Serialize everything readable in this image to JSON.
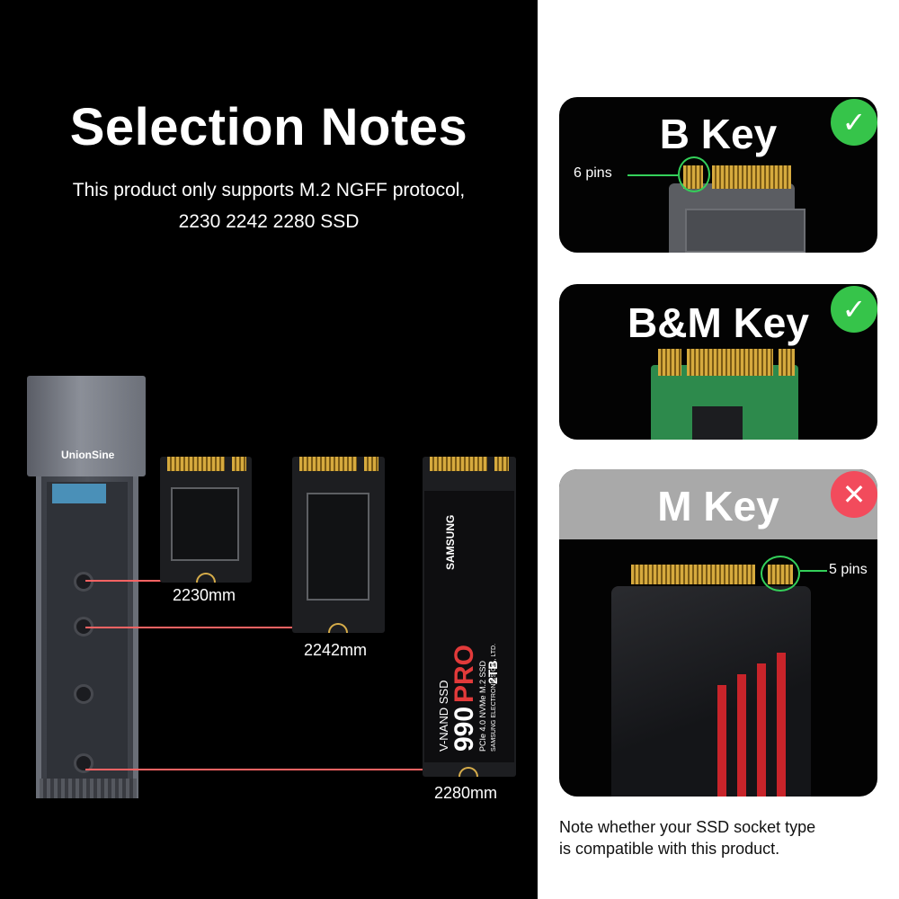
{
  "left": {
    "title": "Selection Notes",
    "subtitle_line1": "This product only supports M.2 NGFF protocol,",
    "subtitle_line2": "2230 2242 2280 SSD",
    "enclosure_brand": "UnionSine",
    "ssd_sizes": [
      "2230mm",
      "2242mm",
      "2280mm"
    ],
    "samsung_text": {
      "brand": "SAMSUNG",
      "capacity": "2TB",
      "series": "V-NAND SSD",
      "model_a": "990",
      "model_b": "PRO",
      "spec": "PCIe 4.0 NVMe M.2 SSD",
      "maker": "SAMSUNG ELECTRONICS CO., LTD."
    }
  },
  "cards": [
    {
      "title": "B Key",
      "status": "compatible",
      "pins": "6 pins"
    },
    {
      "title": "B&M Key",
      "status": "compatible"
    },
    {
      "title": "M Key",
      "status": "incompatible",
      "pins": "5 pins"
    }
  ],
  "note_line1": "Note whether your SSD socket type",
  "note_line2": "is compatible with this product.",
  "colors": {
    "ok": "#36c44a",
    "bad": "#f24b5c",
    "accent_line": "#ff6363",
    "pin_marker": "#34d05a"
  },
  "icons": {
    "ok": "check-circle-icon",
    "bad": "x-circle-icon"
  }
}
